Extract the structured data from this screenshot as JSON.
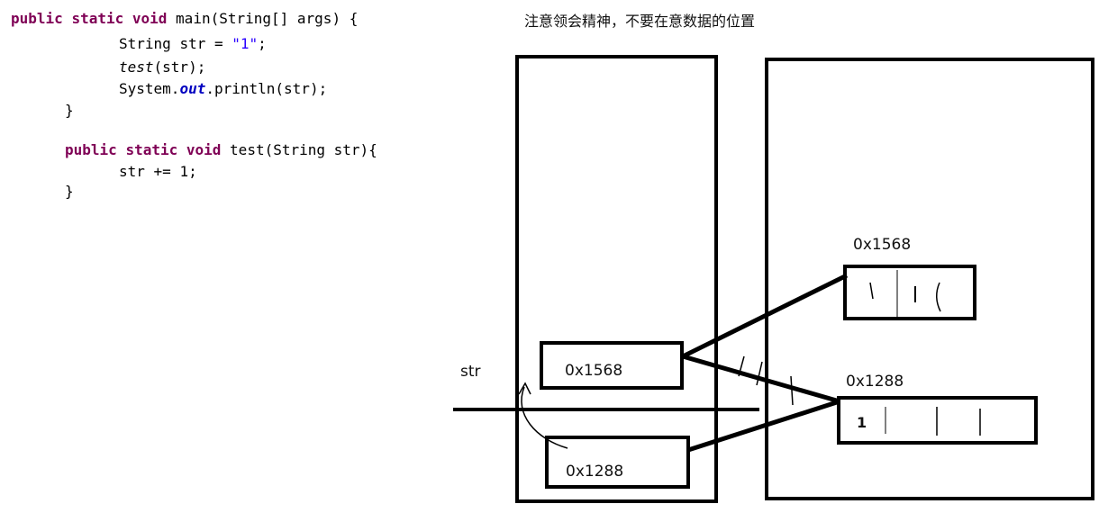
{
  "code": {
    "main_decl": {
      "kw1": "public",
      "kw2": "static",
      "kw3": "void",
      "rest": "main(String[] args) {"
    },
    "line_assign": {
      "pre": "String ",
      "var": "str",
      "eq": " = ",
      "str": "\"1\"",
      "end": ";"
    },
    "line_test": {
      "method": "test",
      "rest": "(str);"
    },
    "line_print": {
      "pre": "System.",
      "field": "out",
      "rest": ".println(str);"
    },
    "close_main": "}",
    "test_decl": {
      "kw1": "public",
      "kw2": "static",
      "kw3": "void",
      "rest": "test(String str){"
    },
    "line_concat": {
      "var": "str",
      "rest": " += 1;"
    },
    "close_test": "}"
  },
  "note": "注意领会精神，不要在意数据的位置",
  "stack": {
    "var_label": "str",
    "slot1_value": "0x1568",
    "slot2_value": "0x1288"
  },
  "heap": {
    "obj1_label": "0x1568",
    "obj2_label": "0x1288",
    "obj2_first_cell": "1"
  }
}
